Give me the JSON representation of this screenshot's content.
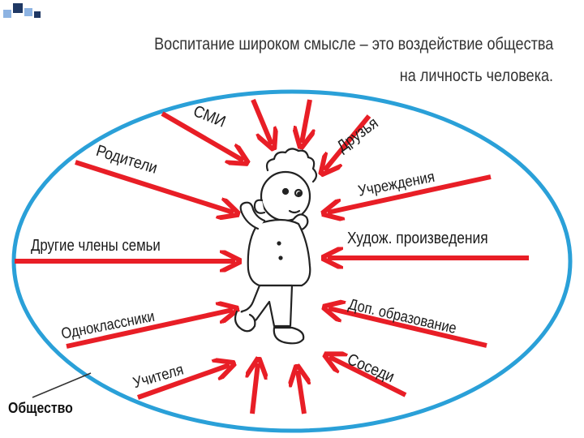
{
  "title": {
    "line1": "Воспитание широком смысле – это воздействие общества",
    "line2": "на личность человека."
  },
  "center_figure": "child-icon",
  "colors": {
    "arrow": "#e81e26",
    "ellipse": "#2aa0d8",
    "corner_dark": "#1f3864",
    "corner_light": "#8db3e2"
  },
  "influences": [
    "СМИ",
    "Друзья",
    "Родители",
    "Учреждения",
    "Худож. произведения",
    "Другие члены семьи",
    "Доп. образование",
    "Одноклассники",
    "Соседи",
    "Учителя"
  ],
  "society_label": "Общество"
}
